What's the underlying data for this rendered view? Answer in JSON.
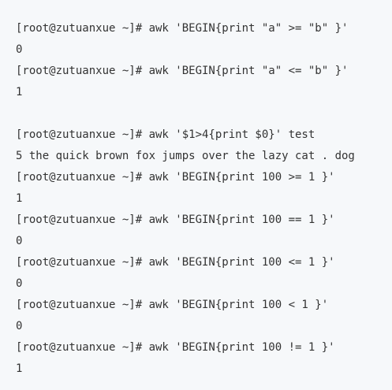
{
  "terminal": {
    "lines": [
      {
        "kind": "command",
        "text": "[root@zutuanxue ~]# awk 'BEGIN{print \"a\" >= \"b\" }'"
      },
      {
        "kind": "output",
        "text": "0"
      },
      {
        "kind": "command",
        "text": "[root@zutuanxue ~]# awk 'BEGIN{print \"a\" <= \"b\" }'"
      },
      {
        "kind": "output",
        "text": "1"
      },
      {
        "kind": "blank",
        "text": ""
      },
      {
        "kind": "command",
        "text": "[root@zutuanxue ~]# awk '$1>4{print $0}' test"
      },
      {
        "kind": "output",
        "text": "5 the quick brown fox jumps over the lazy cat . dog"
      },
      {
        "kind": "command",
        "text": "[root@zutuanxue ~]# awk 'BEGIN{print 100 >= 1 }'"
      },
      {
        "kind": "output",
        "text": "1"
      },
      {
        "kind": "command",
        "text": "[root@zutuanxue ~]# awk 'BEGIN{print 100 == 1 }'"
      },
      {
        "kind": "output",
        "text": "0"
      },
      {
        "kind": "command",
        "text": "[root@zutuanxue ~]# awk 'BEGIN{print 100 <= 1 }'"
      },
      {
        "kind": "output",
        "text": "0"
      },
      {
        "kind": "command",
        "text": "[root@zutuanxue ~]# awk 'BEGIN{print 100 < 1 }'"
      },
      {
        "kind": "output",
        "text": "0"
      },
      {
        "kind": "command",
        "text": "[root@zutuanxue ~]# awk 'BEGIN{print 100 != 1 }'"
      },
      {
        "kind": "output",
        "text": "1"
      }
    ]
  }
}
